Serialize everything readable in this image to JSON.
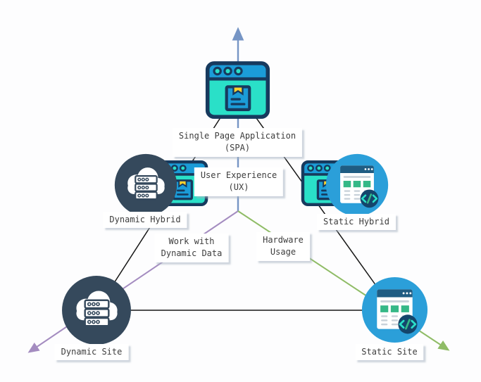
{
  "diagram": {
    "type": "triangle-tradeoff-diagram",
    "nodes": {
      "spa": {
        "label_line1": "Single Page Application",
        "label_line2": "(SPA)",
        "icon": "browser-window"
      },
      "dynamic_hybrid": {
        "label": "Dynamic Hybrid",
        "icon": "cloud-server + browser-window"
      },
      "static_hybrid": {
        "label": "Static Hybrid",
        "icon": "browser-window + webpage-code"
      },
      "dynamic_site": {
        "label": "Dynamic Site",
        "icon": "cloud-server"
      },
      "static_site": {
        "label": "Static Site",
        "icon": "webpage-code"
      }
    },
    "axes": {
      "ux": {
        "line1": "User Experience",
        "line2": "(UX)",
        "direction": "up",
        "color": "#7695c5"
      },
      "dynamic_data": {
        "line1": "Work with",
        "line2": "Dynamic Data",
        "direction": "down-left",
        "color": "#a48cc0"
      },
      "hardware": {
        "line1": "Hardware",
        "line2": "Usage",
        "direction": "down-right",
        "color": "#8fbc66"
      }
    },
    "colors": {
      "triangle_edge": "#161616",
      "icon_outline_navy": "#173a5e",
      "icon_blue": "#1b9cd8",
      "icon_teal": "#2ae0c8",
      "icon_yellow": "#ffd02e",
      "dark_circle": "#35495c",
      "blue_circle": "#2b9fd9",
      "card_header_navy": "#1f5c82",
      "card_green": "#35b887",
      "badge_navy": "#14456b",
      "label_text": "#3d3d3d",
      "arrow_blue": "#7695c5",
      "arrow_purple": "#a48cc0",
      "arrow_green": "#8fbc66"
    }
  }
}
